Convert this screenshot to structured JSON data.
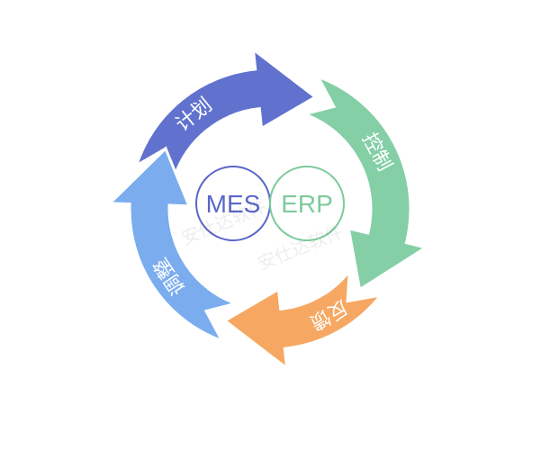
{
  "diagram": {
    "title": "",
    "cycle": [
      {
        "label": "计划",
        "color": "#6172CE"
      },
      {
        "label": "控制",
        "color": "#84CFA6"
      },
      {
        "label": "反馈",
        "color": "#F6A862"
      },
      {
        "label": "调整",
        "color": "#7BADEE"
      }
    ],
    "center": [
      {
        "label": "MES",
        "color": "#5A67C9"
      },
      {
        "label": "ERP",
        "color": "#7CCB9C"
      }
    ],
    "watermark": "安仕达软件"
  }
}
